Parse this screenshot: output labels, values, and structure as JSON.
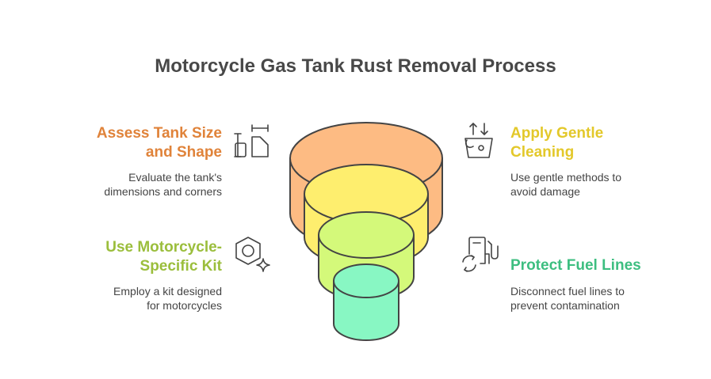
{
  "title": "Motorcycle Gas Tank Rust Removal Process",
  "steps": [
    {
      "heading_lines": [
        "Assess Tank Size",
        "and Shape"
      ],
      "description_lines": [
        "Evaluate the tank's",
        "dimensions and corners"
      ],
      "color": "#E0833A",
      "icon": "ruler-size-icon",
      "side": "left"
    },
    {
      "heading_lines": [
        "Apply Gentle",
        "Cleaning"
      ],
      "description_lines": [
        "Use gentle methods to",
        "avoid damage"
      ],
      "color": "#E3C82A",
      "icon": "bucket-icon",
      "side": "right"
    },
    {
      "heading_lines": [
        "Use Motorcycle-",
        "Specific Kit"
      ],
      "description_lines": [
        "Employ a kit designed",
        "for motorcycles"
      ],
      "color": "#9BBE3C",
      "icon": "nut-sparkle-icon",
      "side": "left"
    },
    {
      "heading_lines": [
        "Protect Fuel Lines"
      ],
      "description_lines": [
        "Disconnect fuel lines to",
        "prevent contamination"
      ],
      "color": "#3DBE80",
      "icon": "fuel-pump-icon",
      "side": "right"
    }
  ],
  "funnel_colors": {
    "layer1": "#FDBB83",
    "layer2": "#FEEE6E",
    "layer3": "#D4F97A",
    "layer4": "#88F7C3",
    "stroke": "#444444"
  }
}
